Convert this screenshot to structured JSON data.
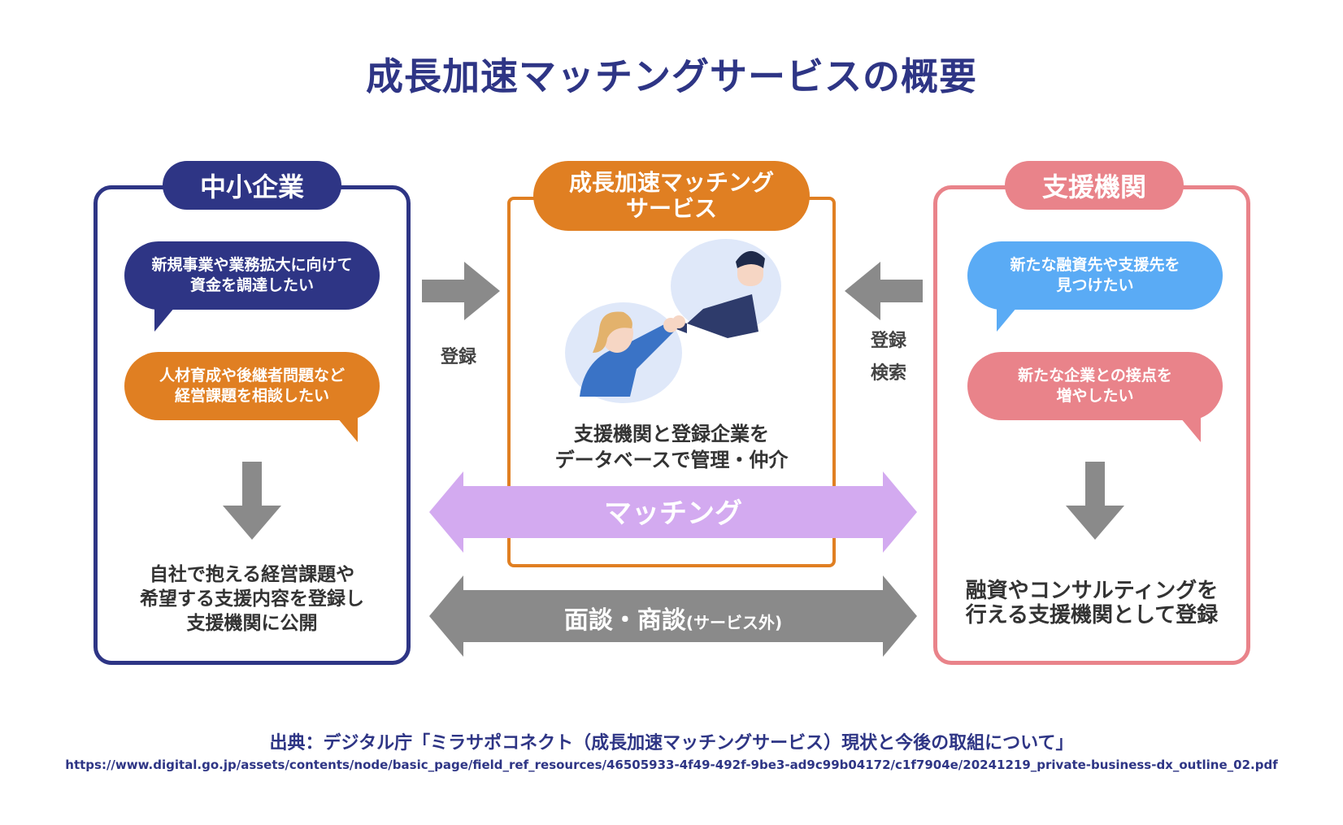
{
  "title": "成長加速マッチングサービスの概要",
  "left": {
    "heading": "中小企業",
    "bubble1": "新規事業や業務拡大に向けて\n資金を調達したい",
    "bubble2": "人材育成や後継者問題など\n経営課題を相談したい",
    "caption": "自社で抱える経営課題や\n希望する支援内容を登録し\n支援機関に公開"
  },
  "middle": {
    "heading": "成長加速マッチング\nサービス",
    "caption": "支援機関と登録企業を\nデータベースで管理・仲介"
  },
  "right": {
    "heading": "支援機関",
    "bubble1": "新たな融資先や支援先を\n見つけたい",
    "bubble2": "新たな企業との接点を\n増やしたい",
    "caption": "融資やコンサルティングを\n行える支援機関として登録"
  },
  "arrows": {
    "left_label": "登録",
    "right_label": "登録\n検索",
    "matching": "マッチング",
    "meeting_main": "面談・商談",
    "meeting_sub": "(サービス外)"
  },
  "source": {
    "title": "出典：デジタル庁「ミラサポコネクト（成長加速マッチングサービス）現状と今後の取組について」",
    "url": "https://www.digital.go.jp/assets/contents/node/basic_page/field_ref_resources/46505933-4f49-492f-9be3-ad9c99b04172/c1f7904e/20241219_private-business-dx_outline_02.pdf"
  },
  "colors": {
    "navy": "#2e3585",
    "orange": "#e07f22",
    "pink": "#e9838a",
    "blue": "#5aabf5",
    "purple": "#d3aaf0",
    "gray": "#8a8a8a"
  },
  "icons": [
    "handshake-illustration",
    "down-arrow-icon",
    "right-arrow-icon",
    "left-arrow-icon",
    "double-arrow-icon"
  ]
}
